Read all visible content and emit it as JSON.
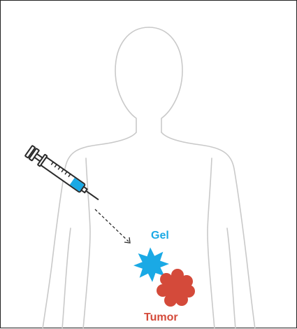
{
  "labels": {
    "gel": "Gel",
    "tumor": "Tumor"
  },
  "colors": {
    "outline": "#c9c9c9",
    "syringe": "#2b2b2b",
    "gel": "#1aa9e5",
    "tumor": "#d44a3a",
    "frame": "#222222"
  },
  "icons": [
    "body-outline",
    "syringe-icon",
    "gel-blob-icon",
    "tumor-blob-icon"
  ]
}
